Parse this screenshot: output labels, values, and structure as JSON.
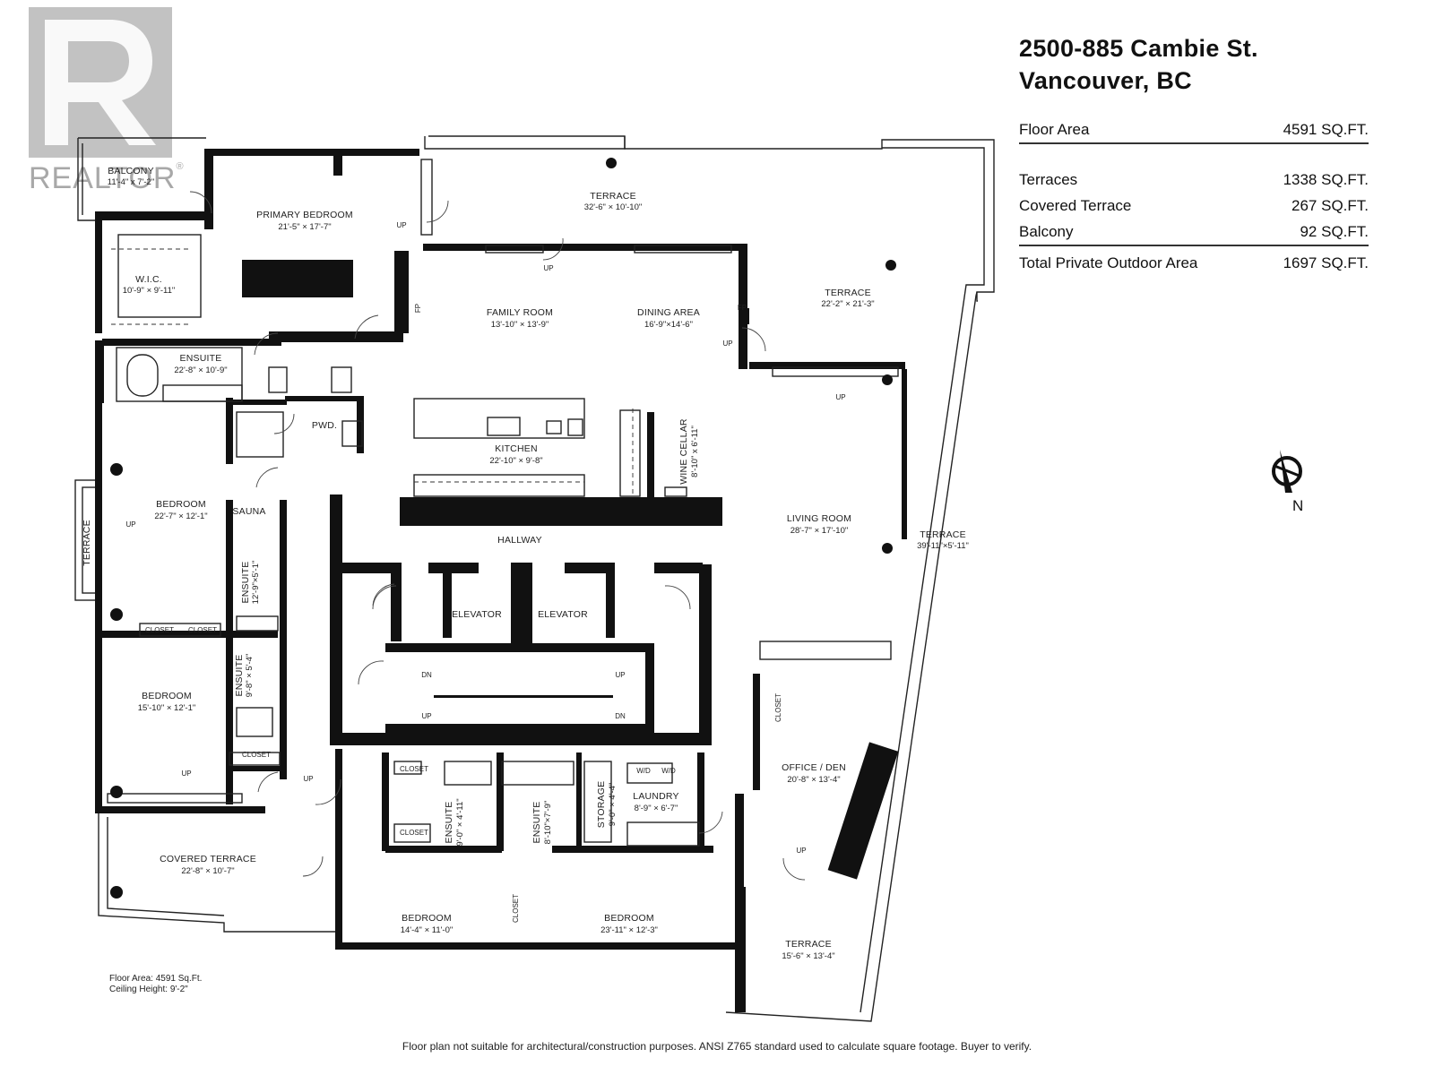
{
  "title": {
    "line1": "2500-885 Cambie St.",
    "line2": "Vancouver, BC"
  },
  "areas": {
    "floor_area": {
      "label": "Floor Area",
      "value": "4591 SQ.FT."
    },
    "terraces": {
      "label": "Terraces",
      "value": "1338 SQ.FT."
    },
    "covered_terrace": {
      "label": "Covered Terrace",
      "value": "267 SQ.FT."
    },
    "balcony": {
      "label": "Balcony",
      "value": "92 SQ.FT."
    },
    "total_outdoor": {
      "label": "Total Private Outdoor Area",
      "value": "1697 SQ.FT."
    }
  },
  "logo": {
    "text": "REALTOR",
    "mark": "®"
  },
  "compass": {
    "label": "N"
  },
  "plan_meta": {
    "floor_area": "Floor Area: 4591 Sq.Ft.",
    "ceiling": "Ceiling Height: 9'-2\""
  },
  "disclaimer": "Floor plan not suitable for architectural/construction purposes. ANSI Z765 standard used to calculate square footage. Buyer to verify.",
  "rooms": {
    "balcony": {
      "name": "BALCONY",
      "dim": "11'-4\" x 7'-2\""
    },
    "primary_bedroom": {
      "name": "PRIMARY BEDROOM",
      "dim": "21'-5\" × 17'-7\""
    },
    "terrace_north": {
      "name": "TERRACE",
      "dim": "32'-6\" × 10'-10\""
    },
    "terrace_ne": {
      "name": "TERRACE",
      "dim": "22'-2\" × 21'-3\""
    },
    "wic": {
      "name": "W.I.C.",
      "dim": "10'-9\" × 9'-11\""
    },
    "family_room": {
      "name": "FAMILY ROOM",
      "dim": "13'-10\" × 13'-9\""
    },
    "dining_area": {
      "name": "DINING AREA",
      "dim": "16'-9\"×14'-6\""
    },
    "ensuite_primary": {
      "name": "ENSUITE",
      "dim": "22'-8\" × 10'-9\""
    },
    "pwd": {
      "name": "PWD."
    },
    "kitchen": {
      "name": "KITCHEN",
      "dim": "22'-10\" × 9'-8\""
    },
    "wine_cellar": {
      "name": "WINE CELLAR",
      "dim": "8'-10\" x 6'-11\""
    },
    "bedroom_west": {
      "name": "BEDROOM",
      "dim": "22'-7\" × 12'-1\""
    },
    "sauna": {
      "name": "SAUNA"
    },
    "ensuite_west": {
      "name": "ENSUITE",
      "dim": "12'-9\"×5'-1\""
    },
    "terrace_west": {
      "name": "TERRACE"
    },
    "hallway": {
      "name": "HALLWAY"
    },
    "living_room": {
      "name": "LIVING ROOM",
      "dim": "28'-7\" × 17'-10\""
    },
    "terrace_east": {
      "name": "TERRACE",
      "dim": "39'-11\"×5'-11\""
    },
    "elevator_1": {
      "name": "ELEVATOR"
    },
    "elevator_2": {
      "name": "ELEVATOR"
    },
    "bedroom_sw": {
      "name": "BEDROOM",
      "dim": "15'-10\" × 12'-1\""
    },
    "ensuite_sw": {
      "name": "ENSUITE",
      "dim": "9'-8\" × 5'-4\""
    },
    "office_den": {
      "name": "OFFICE / DEN",
      "dim": "20'-8\" × 13'-4\""
    },
    "laundry": {
      "name": "LAUNDRY",
      "dim": "8'-9\" × 6'-7\""
    },
    "storage": {
      "name": "STORAGE",
      "dim": "9'-0\" × 4'-4\""
    },
    "ensuite_s1": {
      "name": "ENSUITE",
      "dim": "9'-0\" × 4'-11\""
    },
    "ensuite_s2": {
      "name": "ENSUITE",
      "dim": "8'-10\"×7'-9\""
    },
    "covered_terrace": {
      "name": "COVERED TERRACE",
      "dim": "22'-8\" × 10'-7\""
    },
    "bedroom_s1": {
      "name": "BEDROOM",
      "dim": "14'-4\" × 11'-0\""
    },
    "bedroom_s2": {
      "name": "BEDROOM",
      "dim": "23'-11\" × 12'-3\""
    },
    "terrace_se": {
      "name": "TERRACE",
      "dim": "15'-6\" × 13'-4\""
    }
  },
  "labels": {
    "closet": "CLOSET",
    "up": "UP",
    "dn": "DN",
    "fp": "FP",
    "wd": "W/D"
  }
}
